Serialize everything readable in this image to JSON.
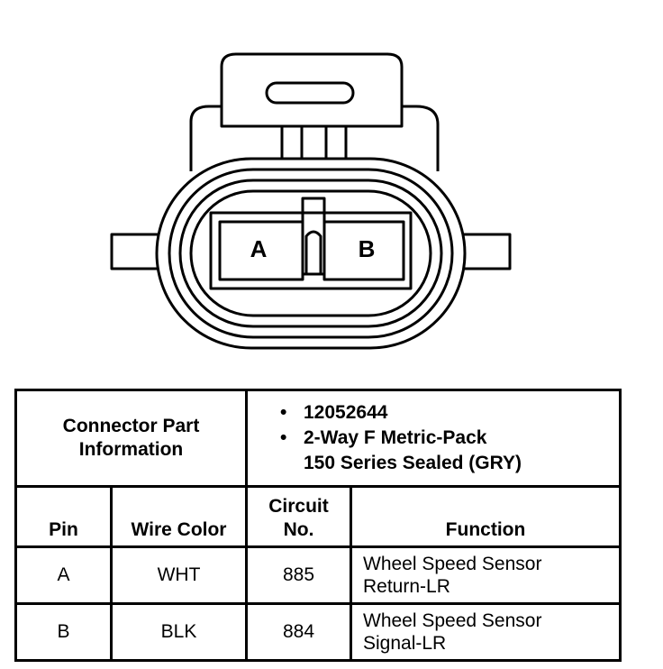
{
  "connector": {
    "pins": [
      "A",
      "B"
    ]
  },
  "table": {
    "header_label": "Connector Part\nInformation",
    "part_info": [
      "12052644",
      "2-Way F Metric-Pack\n150 Series Sealed (GRY)"
    ],
    "columns": {
      "pin": "Pin",
      "wire_color": "Wire Color",
      "circuit": "Circuit\nNo.",
      "function": "Function"
    },
    "rows": [
      {
        "pin": "A",
        "wire_color": "WHT",
        "circuit": "885",
        "function": "Wheel Speed Sensor\nReturn-LR"
      },
      {
        "pin": "B",
        "wire_color": "BLK",
        "circuit": "884",
        "function": "Wheel Speed Sensor\nSignal-LR"
      }
    ]
  }
}
